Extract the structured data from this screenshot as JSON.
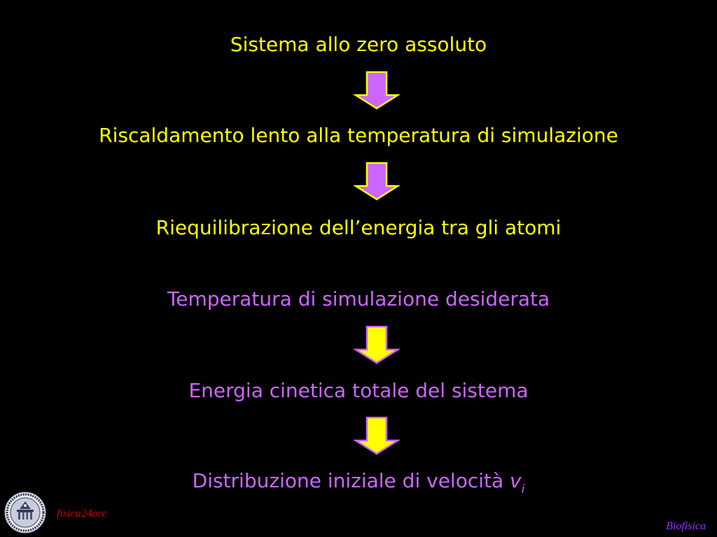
{
  "steps": [
    "Sistema allo zero assoluto",
    "Riscaldamento lento alla temperatura di simulazione",
    "Riequilibrazione dell’energia tra gli atomi",
    "Temperatura di simulazione desiderata",
    "Energia cinetica totale del sistema"
  ],
  "last_step": {
    "text": "Distribuzione iniziale di velocità ",
    "variable": "v",
    "subscript": "i"
  },
  "footer": {
    "left": "fisica24ore",
    "right": "Biofisica"
  },
  "colors": {
    "background": "#000000",
    "text_yellow": "#FFFF00",
    "text_violet": "#CC66FF",
    "arrow_violet_fill": "#CC66FF",
    "arrow_yellow_fill": "#FFFF00",
    "footer_left": "#CC0000",
    "footer_right": "#9933FF"
  },
  "icons": {
    "down_arrow": "down-arrow-icon",
    "seal": "university-seal-logo"
  }
}
